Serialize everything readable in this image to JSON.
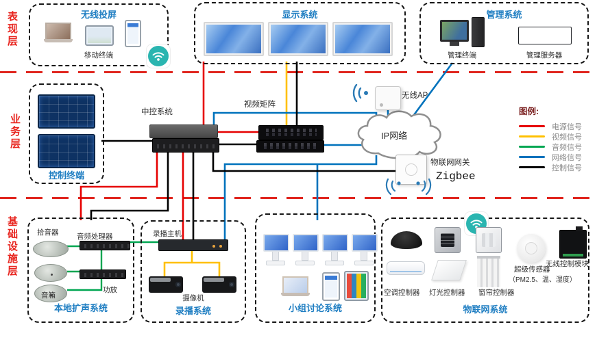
{
  "layers": {
    "presentation": "表现层",
    "business": "业务层",
    "infrastructure": "基础设施层"
  },
  "boxes": {
    "wireless_cast": {
      "title": "无线投屏",
      "mobile_label": "移动终端"
    },
    "display": {
      "title": "显示系统"
    },
    "management": {
      "title": "管理系统",
      "terminal_label": "管理终端",
      "server_label": "管理服务器"
    },
    "control_terminal": {
      "title": "控制终端"
    },
    "local_sound": {
      "title": "本地扩声系统",
      "pickup_label": "拾音器",
      "processor_label": "音频处理器",
      "amp_label": "功放",
      "speaker_label": "音箱"
    },
    "recording": {
      "title": "录播系统",
      "host_label": "录播主机",
      "camera_label": "摄像机"
    },
    "discussion": {
      "title": "小组讨论系统"
    },
    "iot": {
      "title": "物联网系统",
      "ac_label": "空调控制器",
      "light_label": "灯光控制器",
      "curtain_label": "窗帘控制器",
      "sensor_label": "超级传感器",
      "sensor_sub": "（PM2.5、温、湿度）",
      "module_label": "无线控制模块"
    }
  },
  "nodes": {
    "central_control": "中控系统",
    "video_matrix": "视频矩阵",
    "ip_network": "IP网络",
    "wireless_ap": "无线AP",
    "iot_gateway": "物联网网关",
    "zigbee": "Zigbee"
  },
  "legend": {
    "title": "图例:",
    "items": [
      {
        "label": "电源信号",
        "color": "#e60000"
      },
      {
        "label": "视频信号",
        "color": "#ffc000"
      },
      {
        "label": "音频信号",
        "color": "#00a651"
      },
      {
        "label": "网络信号",
        "color": "#0072bc"
      },
      {
        "label": "控制信号",
        "color": "#000000"
      }
    ]
  },
  "colors": {
    "title_blue": "#1f7ec2",
    "layer_red": "#e8251f",
    "wifi_teal": "#2ab5b0"
  }
}
